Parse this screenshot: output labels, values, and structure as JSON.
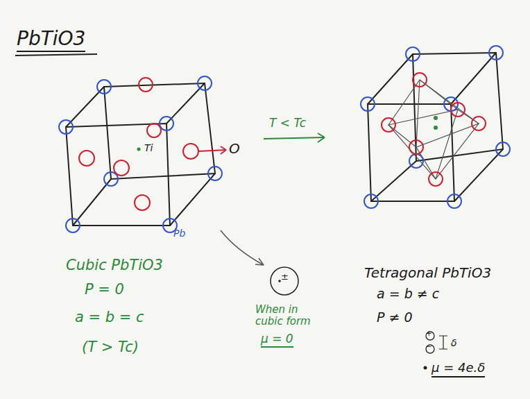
{
  "diagram": {
    "title": "PbTiO3",
    "labels": [
      "Ti",
      "O",
      "Pb",
      "T < Tc",
      "Cubic PbTiO3",
      "P = 0",
      "a = b = c",
      "(T > Tc)",
      "±",
      "When in cubic form",
      "μ = 0",
      "Tetragonal PbTiO3",
      "a = b ≠ c",
      "P ≠ 0",
      "+",
      "−",
      "δ",
      "μ = 4e.δ"
    ]
  }
}
